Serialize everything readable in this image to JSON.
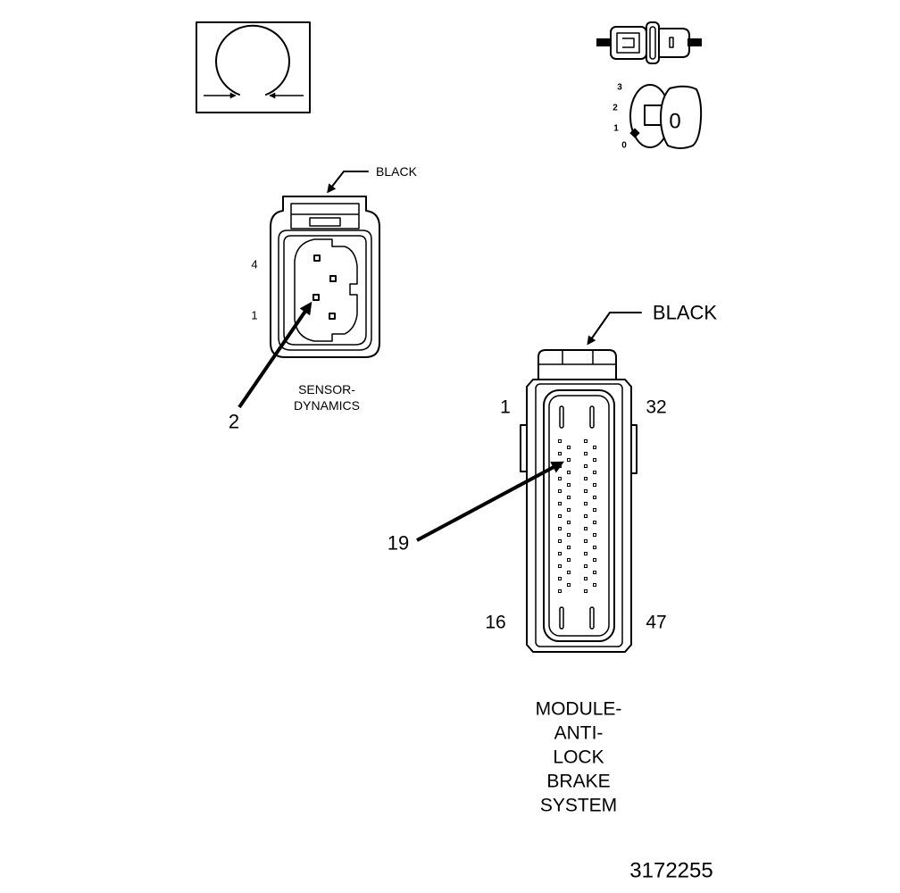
{
  "figure_id": "3172255",
  "colors": {
    "ink": "#000000",
    "background": "#ffffff"
  },
  "icons": {
    "view_symbol": "terminal-view-symbol-icon",
    "connector": "connector-plug-icon",
    "ignition": "ignition-key-icon"
  },
  "ignition_icon": {
    "positions": [
      "3",
      "2",
      "1",
      "0"
    ],
    "key_label": "0"
  },
  "sensor_connector": {
    "color_label": "BLACK",
    "pin_labels": {
      "top": "4",
      "bottom": "1"
    },
    "callout": "2",
    "name_lines": [
      "SENSOR-",
      "DYNAMICS"
    ]
  },
  "abs_connector": {
    "color_label": "BLACK",
    "corner_labels": {
      "top_left": "1",
      "top_right": "32",
      "bottom_left": "16",
      "bottom_right": "47"
    },
    "callout": "19",
    "name_lines": [
      "MODULE-",
      "ANTI-",
      "LOCK",
      "BRAKE",
      "SYSTEM"
    ]
  }
}
